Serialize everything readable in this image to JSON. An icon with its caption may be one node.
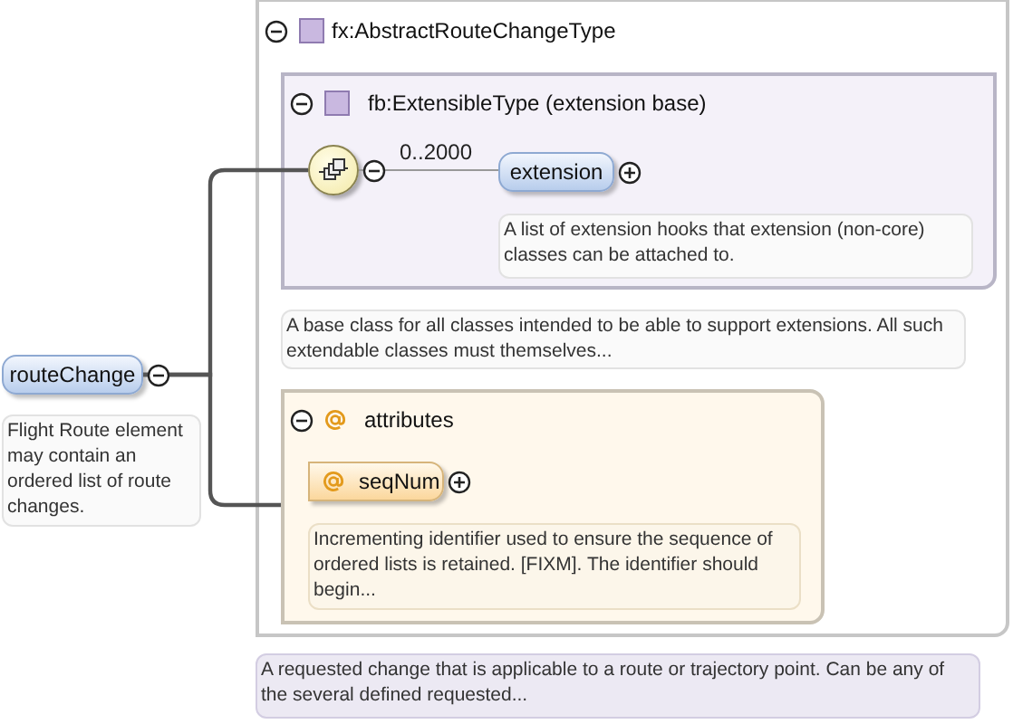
{
  "diagram": {
    "nodes": [
      {
        "text": [
          "routeChange"
        ],
        "beside": [
          "Flight Route element may contain an ordered list of route changes."
        ]
      },
      {
        "text": [
          "fx:AbstractRouteChangeType"
        ],
        "beside": [
          "A requested change that is applicable to a route or trajectory point. Can be any of the several defined requested..."
        ]
      },
      {
        "text": [
          "fb:ExtensibleType (extension base)"
        ],
        "in": 1,
        "beside": [
          "A base class for all classes intended to be able to support extensions. All such extendable classes must themselves..."
        ]
      },
      {
        "text": [],
        "shape": "circle",
        "in": 2
      },
      {
        "text": [
          "extension"
        ],
        "in": 2,
        "beside": [
          "A list of extension hooks that extension (non-core) classes can be attached to."
        ]
      },
      {
        "text": [
          "attributes"
        ],
        "in": 1
      },
      {
        "text": [
          "seqNum"
        ],
        "in": 5,
        "beside": [
          "Incrementing identifier used to ensure the sequence of ordered lists is retained. [FIXM]. The identifier should begin..."
        ]
      }
    ],
    "edges": [
      {
        "from": 0,
        "to": 3,
        "arrow": "none"
      },
      {
        "from": 0,
        "to": 5,
        "arrow": "none"
      },
      {
        "from": 3,
        "to": 4,
        "arrow": "none",
        "label": "0..2000",
        "color": "#999999"
      }
    ]
  }
}
